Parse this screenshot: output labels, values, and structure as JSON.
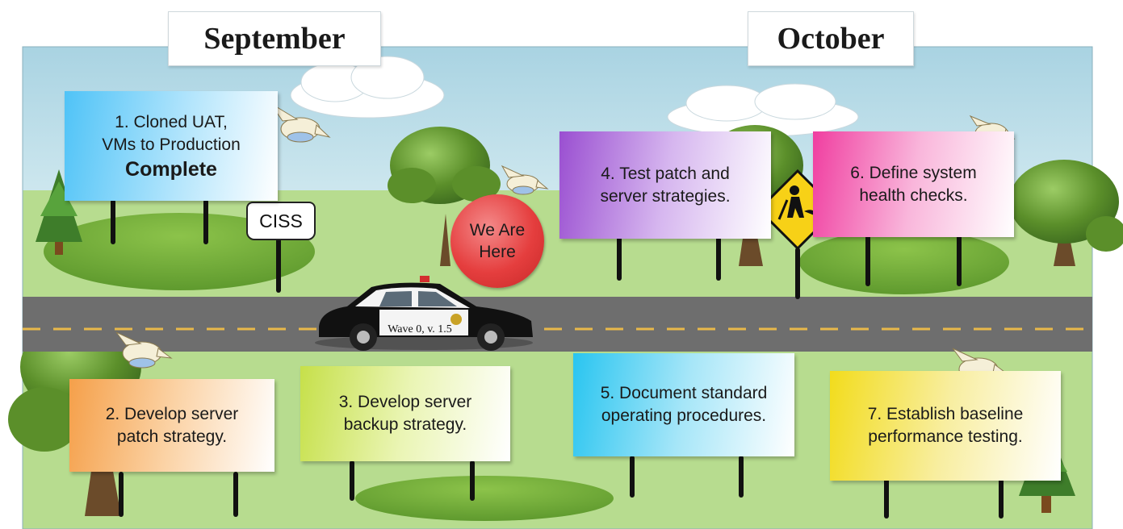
{
  "months": [
    "September",
    "October"
  ],
  "milestones": [
    {
      "lines": [
        "1. Cloned UAT,",
        "VMs to Production"
      ],
      "status": "Complete"
    },
    {
      "lines": [
        "2. Develop server",
        "patch strategy."
      ]
    },
    {
      "lines": [
        "3. Develop server",
        "backup strategy."
      ]
    },
    {
      "lines": [
        "4. Test patch and",
        "server strategies."
      ]
    },
    {
      "lines": [
        "5. Document standard",
        "operating procedures."
      ]
    },
    {
      "lines": [
        "6. Define system",
        "health checks."
      ]
    },
    {
      "lines": [
        "7. Establish baseline",
        "performance testing."
      ]
    }
  ],
  "marker": {
    "lines": [
      "We Are",
      "Here"
    ]
  },
  "route_sign": "CISS",
  "car_label": "Wave 0, v. 1.5",
  "colors": {
    "sky": "#b9dce6",
    "grass": "#b7dc8f",
    "road": "#6e6e6e",
    "road_stripe": "#e8b84a",
    "marker": "#e53e3e",
    "construction_sign": "#f7d117"
  }
}
